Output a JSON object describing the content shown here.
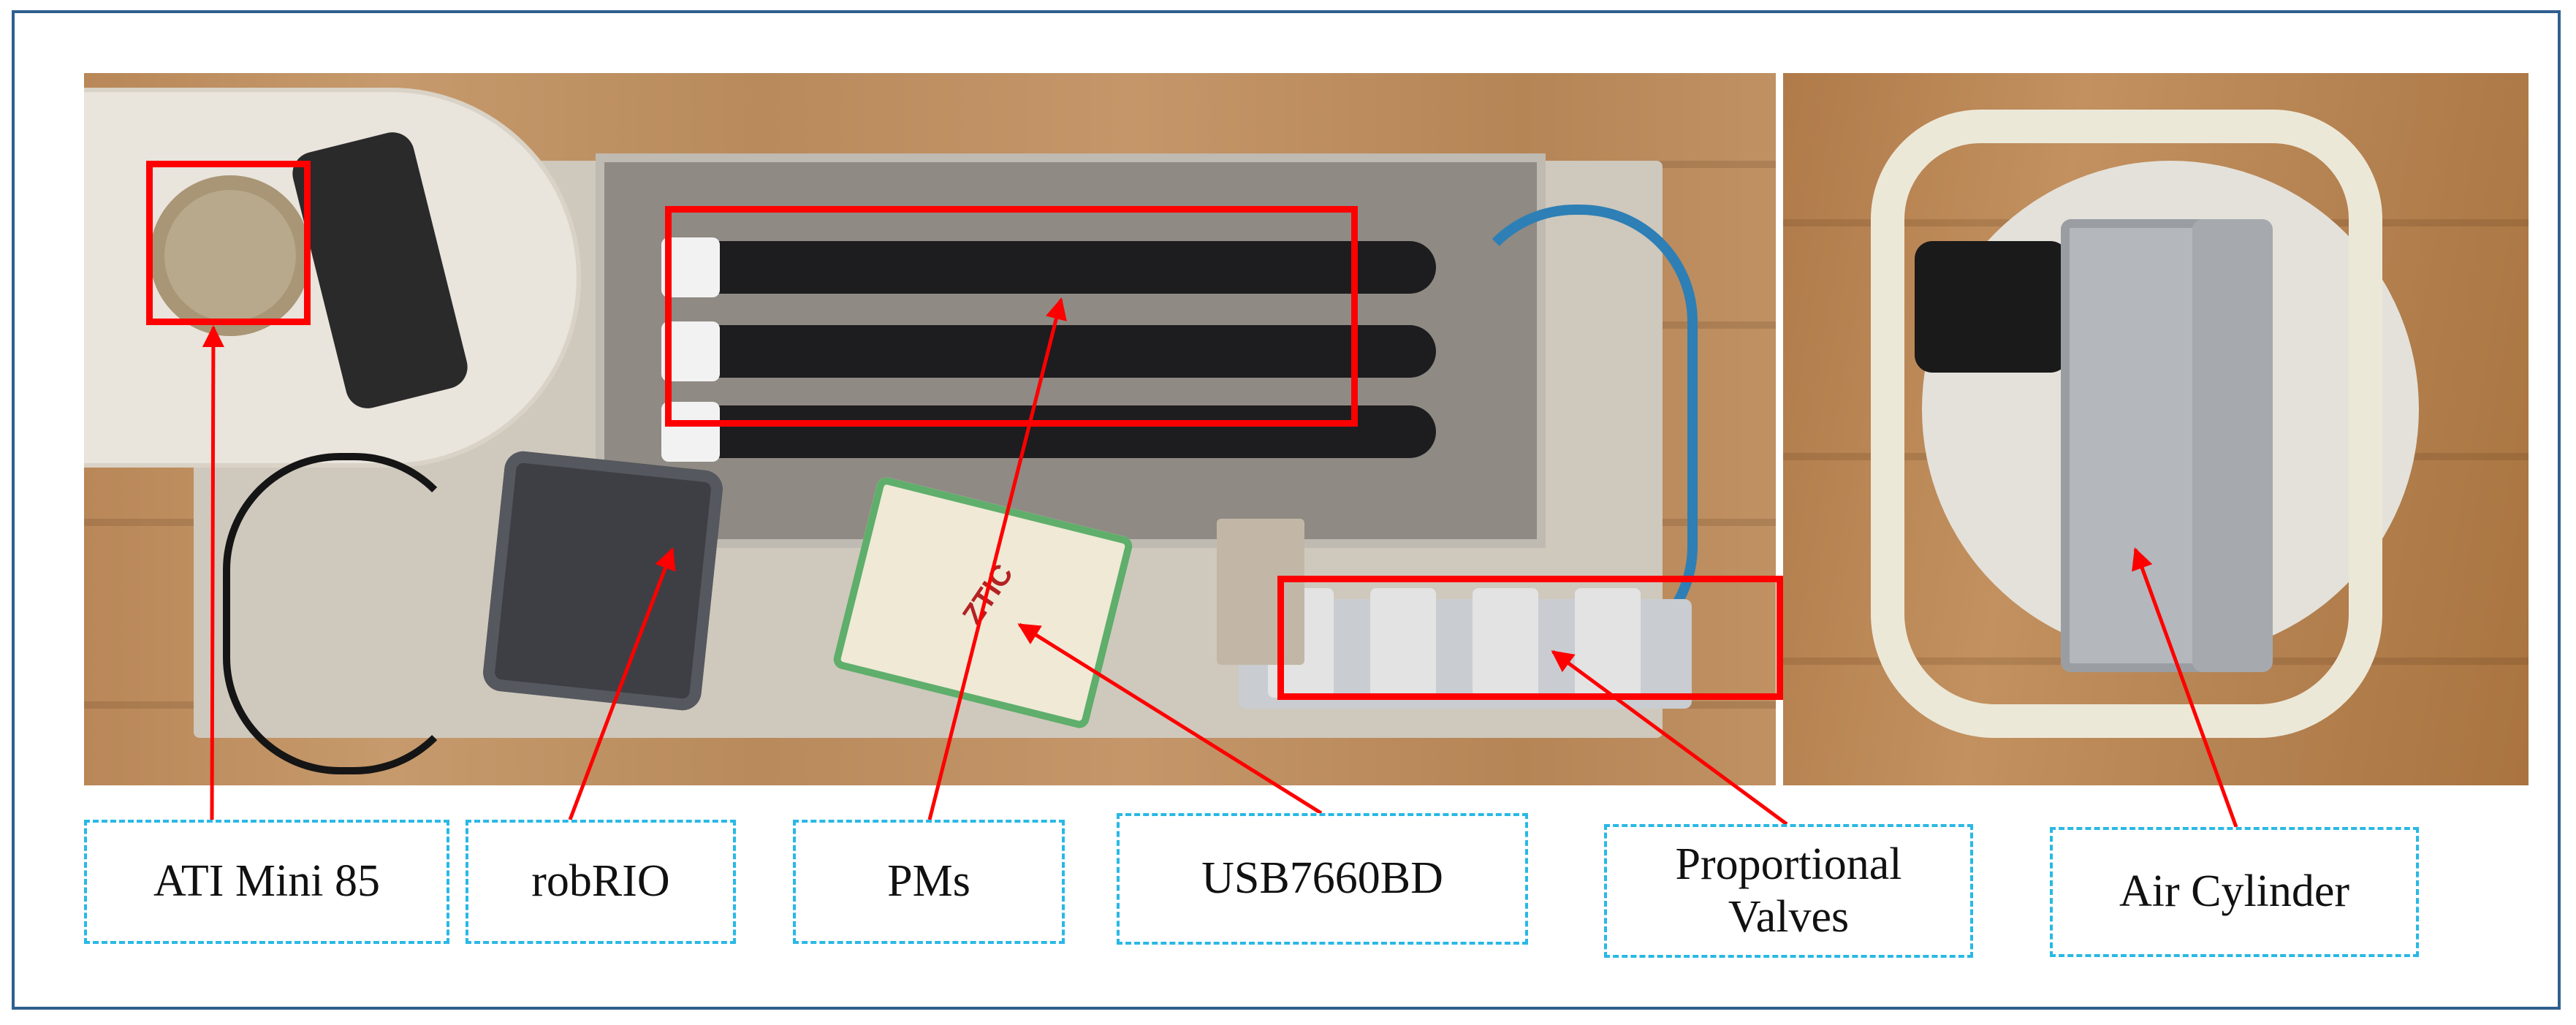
{
  "figure": {
    "accent_color": "#ff0000",
    "callout_border_color": "#29b8e6",
    "frame_color": "#2f5f8f"
  },
  "callouts": [
    {
      "id": "ati",
      "text": "ATI Mini 85"
    },
    {
      "id": "robrio",
      "text": "robRIO"
    },
    {
      "id": "pms",
      "text": "PMs"
    },
    {
      "id": "usb",
      "text": "USB7660BD"
    },
    {
      "id": "valves",
      "line1": "Proportional",
      "line2": "Valves"
    },
    {
      "id": "cylinder",
      "text": "Air Cylinder"
    }
  ],
  "device_labels": {
    "daq_brand": "ZTIC"
  }
}
